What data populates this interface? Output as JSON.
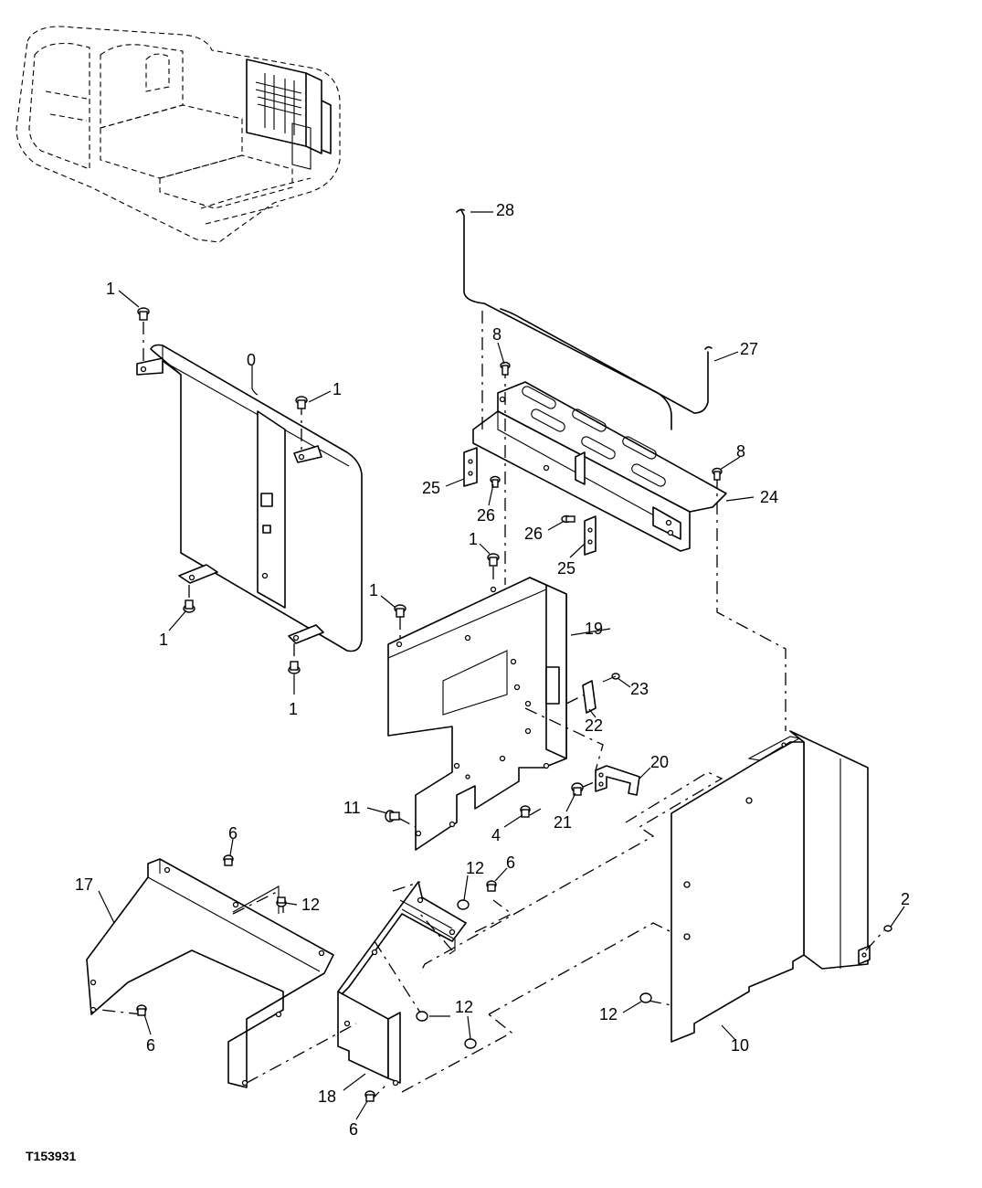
{
  "diagram": {
    "drawing_code": "T153931",
    "callouts": [
      {
        "id": "c-0",
        "label": "0"
      },
      {
        "id": "c-1a",
        "label": "1"
      },
      {
        "id": "c-1b",
        "label": "1"
      },
      {
        "id": "c-1c",
        "label": "1"
      },
      {
        "id": "c-1d",
        "label": "1"
      },
      {
        "id": "c-1e",
        "label": "1"
      },
      {
        "id": "c-1f",
        "label": "1"
      },
      {
        "id": "c-2",
        "label": "2"
      },
      {
        "id": "c-4",
        "label": "4"
      },
      {
        "id": "c-6a",
        "label": "6"
      },
      {
        "id": "c-6b",
        "label": "6"
      },
      {
        "id": "c-6c",
        "label": "6"
      },
      {
        "id": "c-6d",
        "label": "6"
      },
      {
        "id": "c-8a",
        "label": "8"
      },
      {
        "id": "c-8b",
        "label": "8"
      },
      {
        "id": "c-10",
        "label": "10"
      },
      {
        "id": "c-11",
        "label": "11"
      },
      {
        "id": "c-12a",
        "label": "12"
      },
      {
        "id": "c-12b",
        "label": "12"
      },
      {
        "id": "c-12c",
        "label": "12"
      },
      {
        "id": "c-12d",
        "label": "12"
      },
      {
        "id": "c-17",
        "label": "17"
      },
      {
        "id": "c-18",
        "label": "18"
      },
      {
        "id": "c-19",
        "label": "19"
      },
      {
        "id": "c-20",
        "label": "20"
      },
      {
        "id": "c-21",
        "label": "21"
      },
      {
        "id": "c-22",
        "label": "22"
      },
      {
        "id": "c-23",
        "label": "23"
      },
      {
        "id": "c-24",
        "label": "24"
      },
      {
        "id": "c-25a",
        "label": "25"
      },
      {
        "id": "c-25b",
        "label": "25"
      },
      {
        "id": "c-26a",
        "label": "26"
      },
      {
        "id": "c-26b",
        "label": "26"
      },
      {
        "id": "c-27",
        "label": "27"
      },
      {
        "id": "c-28",
        "label": "28"
      }
    ]
  }
}
